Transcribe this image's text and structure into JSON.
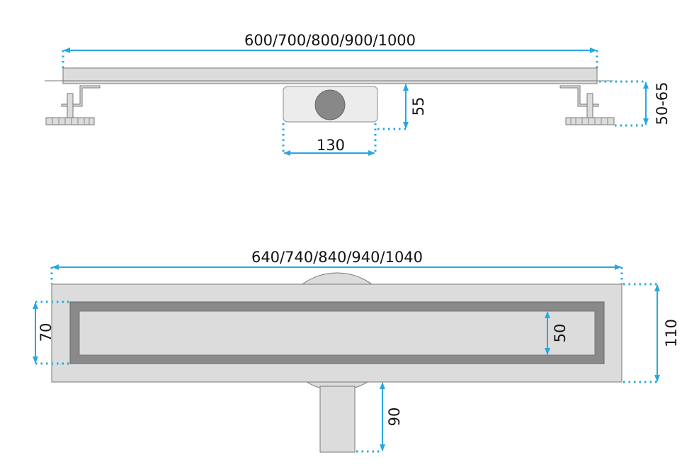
{
  "side_view": {
    "length_label": "600/700/800/900/1000",
    "outlet_width_label": "130",
    "outlet_height_label": "55",
    "leg_height_label": "50-65"
  },
  "top_view": {
    "total_length_label": "640/740/840/940/1040",
    "total_width_label": "110",
    "frame_width_label": "70",
    "grate_width_label": "50",
    "pipe_length_label": "90"
  },
  "colors": {
    "dimension": "#29a8e0",
    "part": "#dcdcdc",
    "frame": "#8a8a8a"
  }
}
